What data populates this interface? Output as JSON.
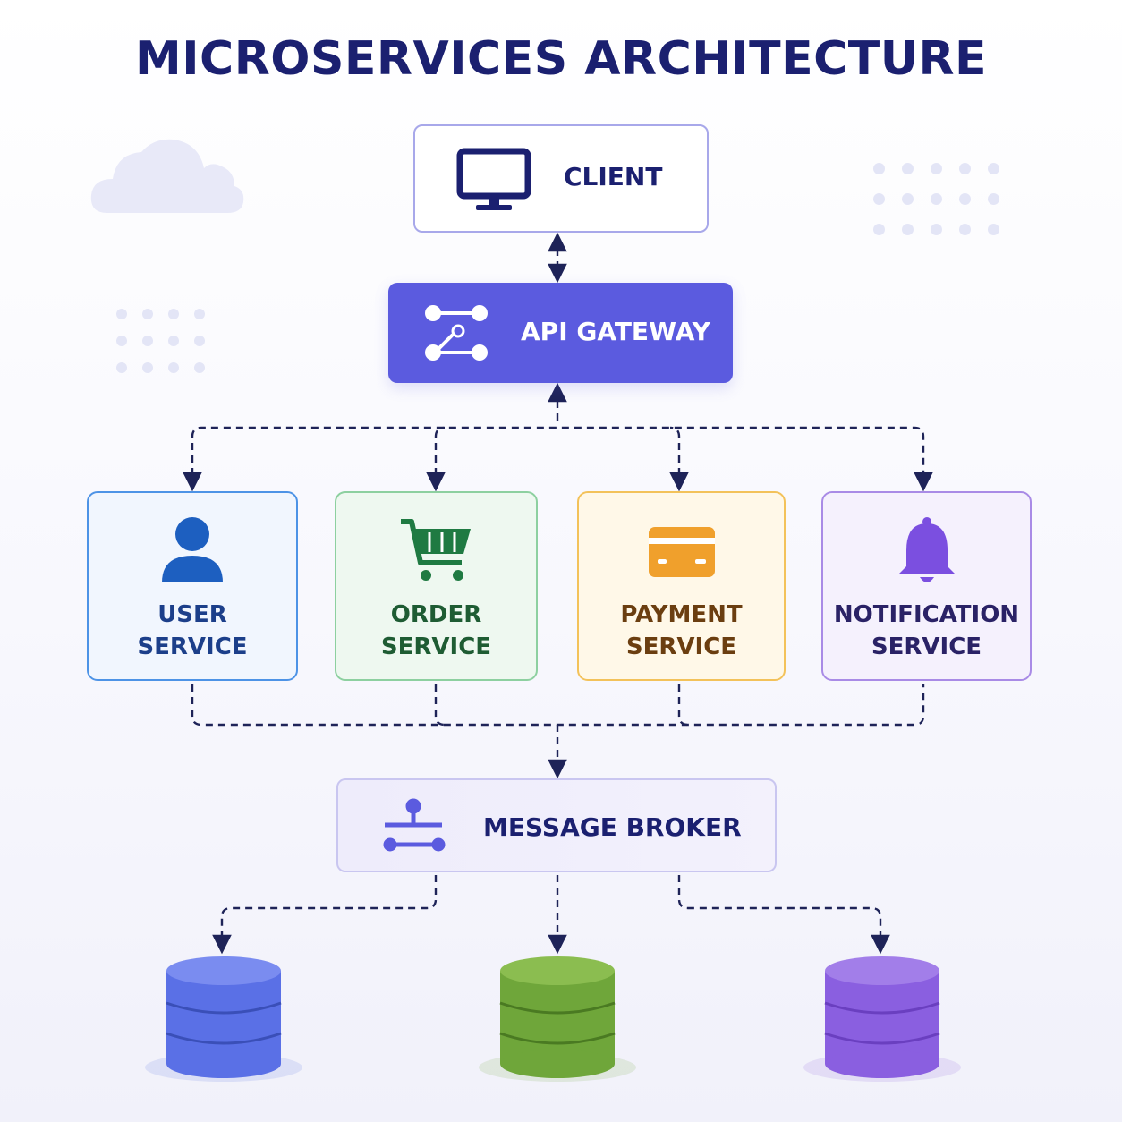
{
  "title": "MICROSERVICES ARCHITECTURE",
  "colors": {
    "title": "#1b2070",
    "connector": "#1e2358",
    "gateway_fill": "#5b5bdf",
    "decor": "#e8e9f8"
  },
  "client": {
    "label": "CLIENT",
    "icon": "monitor-icon"
  },
  "gateway": {
    "label": "API GATEWAY",
    "icon": "routing-nodes-icon"
  },
  "services": [
    {
      "line1": "USER",
      "line2": "SERVICE",
      "icon": "user-icon",
      "text_color": "#1c3f8a",
      "border": "#4d93e6",
      "fill": "#f1f6fe",
      "accent": "#1d5fc0"
    },
    {
      "line1": "ORDER",
      "line2": "SERVICE",
      "icon": "shopping-cart-icon",
      "text_color": "#1e5c33",
      "border": "#8dd0a0",
      "fill": "#eef8f0",
      "accent": "#1f7a42"
    },
    {
      "line1": "PAYMENT",
      "line2": "SERVICE",
      "icon": "credit-card-icon",
      "text_color": "#6b3e10",
      "border": "#f3c25a",
      "fill": "#fff8e8",
      "accent": "#f0a02c"
    },
    {
      "line1": "NOTIFICATION",
      "line2": "SERVICE",
      "icon": "bell-icon",
      "text_color": "#2a2266",
      "border": "#a98be6",
      "fill": "#f5f1fd",
      "accent": "#7b4fe0"
    }
  ],
  "broker": {
    "label": "MESSAGE BROKER",
    "icon": "message-queue-icon"
  },
  "databases": [
    {
      "icon": "database-icon",
      "color": "#5a70e6",
      "top": "#7a8cf0"
    },
    {
      "icon": "database-icon",
      "color": "#6fa63a",
      "top": "#8bbd50"
    },
    {
      "icon": "database-icon",
      "color": "#8a5fe0",
      "top": "#a27ee9"
    }
  ]
}
